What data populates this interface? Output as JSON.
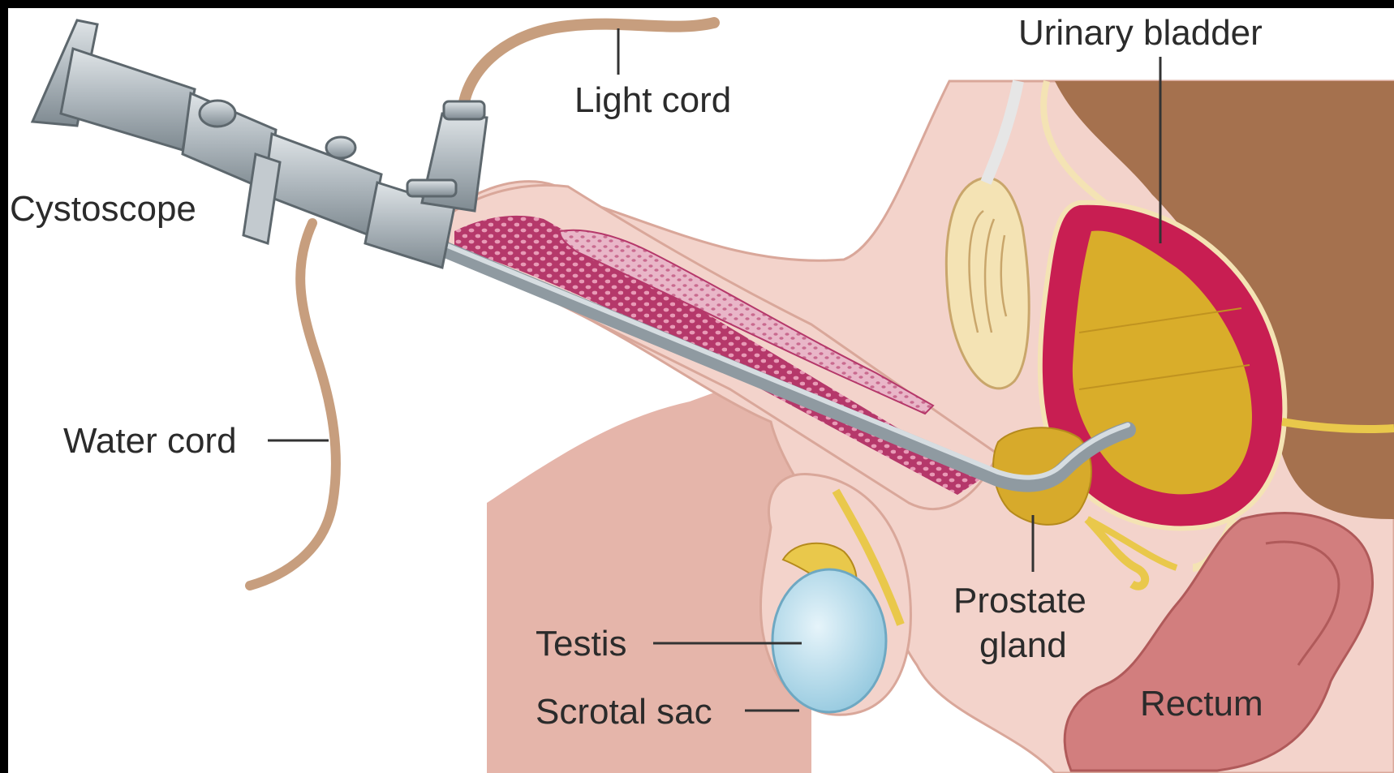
{
  "diagram": {
    "labels": {
      "cystoscope": "Cystoscope",
      "light_cord": "Light cord",
      "water_cord": "Water cord",
      "urinary_bladder": "Urinary bladder",
      "prostate_gland_line1": "Prostate",
      "prostate_gland_line2": "gland",
      "testis": "Testis",
      "scrotal_sac": "Scrotal sac",
      "rectum": "Rectum"
    },
    "colors": {
      "page_background": "#000000",
      "canvas_background": "#ffffff",
      "skin": "#f3d3cb",
      "thigh": "#e5b5aa",
      "erectile_tissue": "#b5386a",
      "instrument_metal": "#aeb7bd",
      "cord": "#c79e7e",
      "bladder_wall": "#c81e52",
      "urine": "#d9ad2a",
      "prostate": "#d7aa2b",
      "testis": "#bfe0ef",
      "rectum": "#d27e7e",
      "pelvic_bone": "#f4e3b4",
      "deep_pelvis": "#a5714e"
    }
  }
}
